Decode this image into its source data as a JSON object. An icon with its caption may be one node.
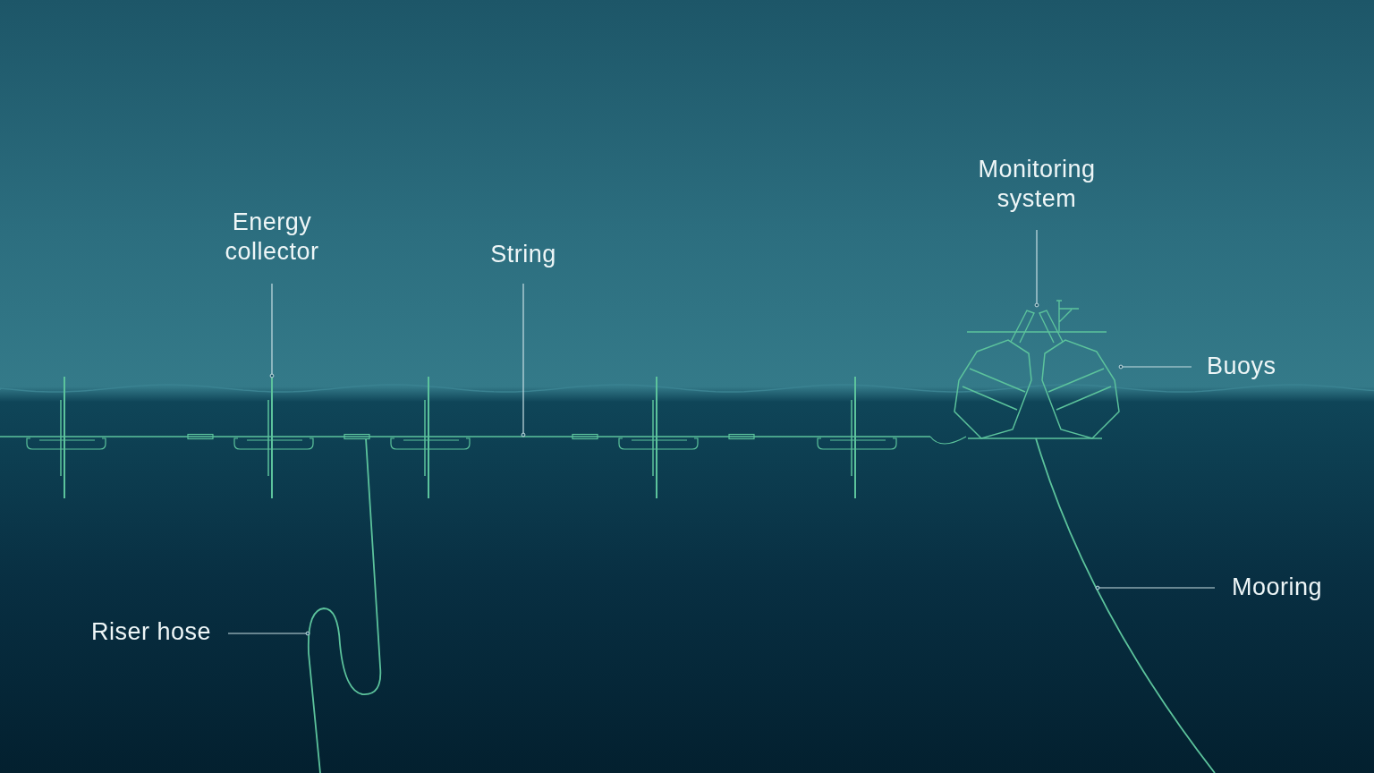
{
  "diagram": {
    "nodes": [
      {
        "text": [
          "Monitoring system"
        ]
      },
      {
        "text": [],
        "shape": "picture"
      },
      {
        "text": [
          "Energy collector"
        ]
      },
      {
        "text": [],
        "shape": "picture"
      },
      {
        "text": [
          "String"
        ]
      },
      {
        "text": [],
        "shape": "picture"
      },
      {
        "text": [
          "Buoys"
        ]
      },
      {
        "text": [],
        "shape": "picture"
      },
      {
        "text": [
          "Mooring"
        ]
      },
      {
        "text": [],
        "shape": "picture"
      },
      {
        "text": [
          "Riser hose"
        ]
      },
      {
        "text": [],
        "shape": "picture"
      }
    ],
    "edges": [
      {
        "from": 0,
        "to": 1,
        "arrow": "other"
      },
      {
        "from": 2,
        "to": 3,
        "arrow": "other"
      },
      {
        "from": 4,
        "to": 5,
        "arrow": "other"
      },
      {
        "from": 6,
        "to": 7,
        "arrow": "other"
      },
      {
        "from": 8,
        "to": 9,
        "arrow": "other"
      },
      {
        "from": 10,
        "to": 11,
        "arrow": "other"
      }
    ]
  }
}
